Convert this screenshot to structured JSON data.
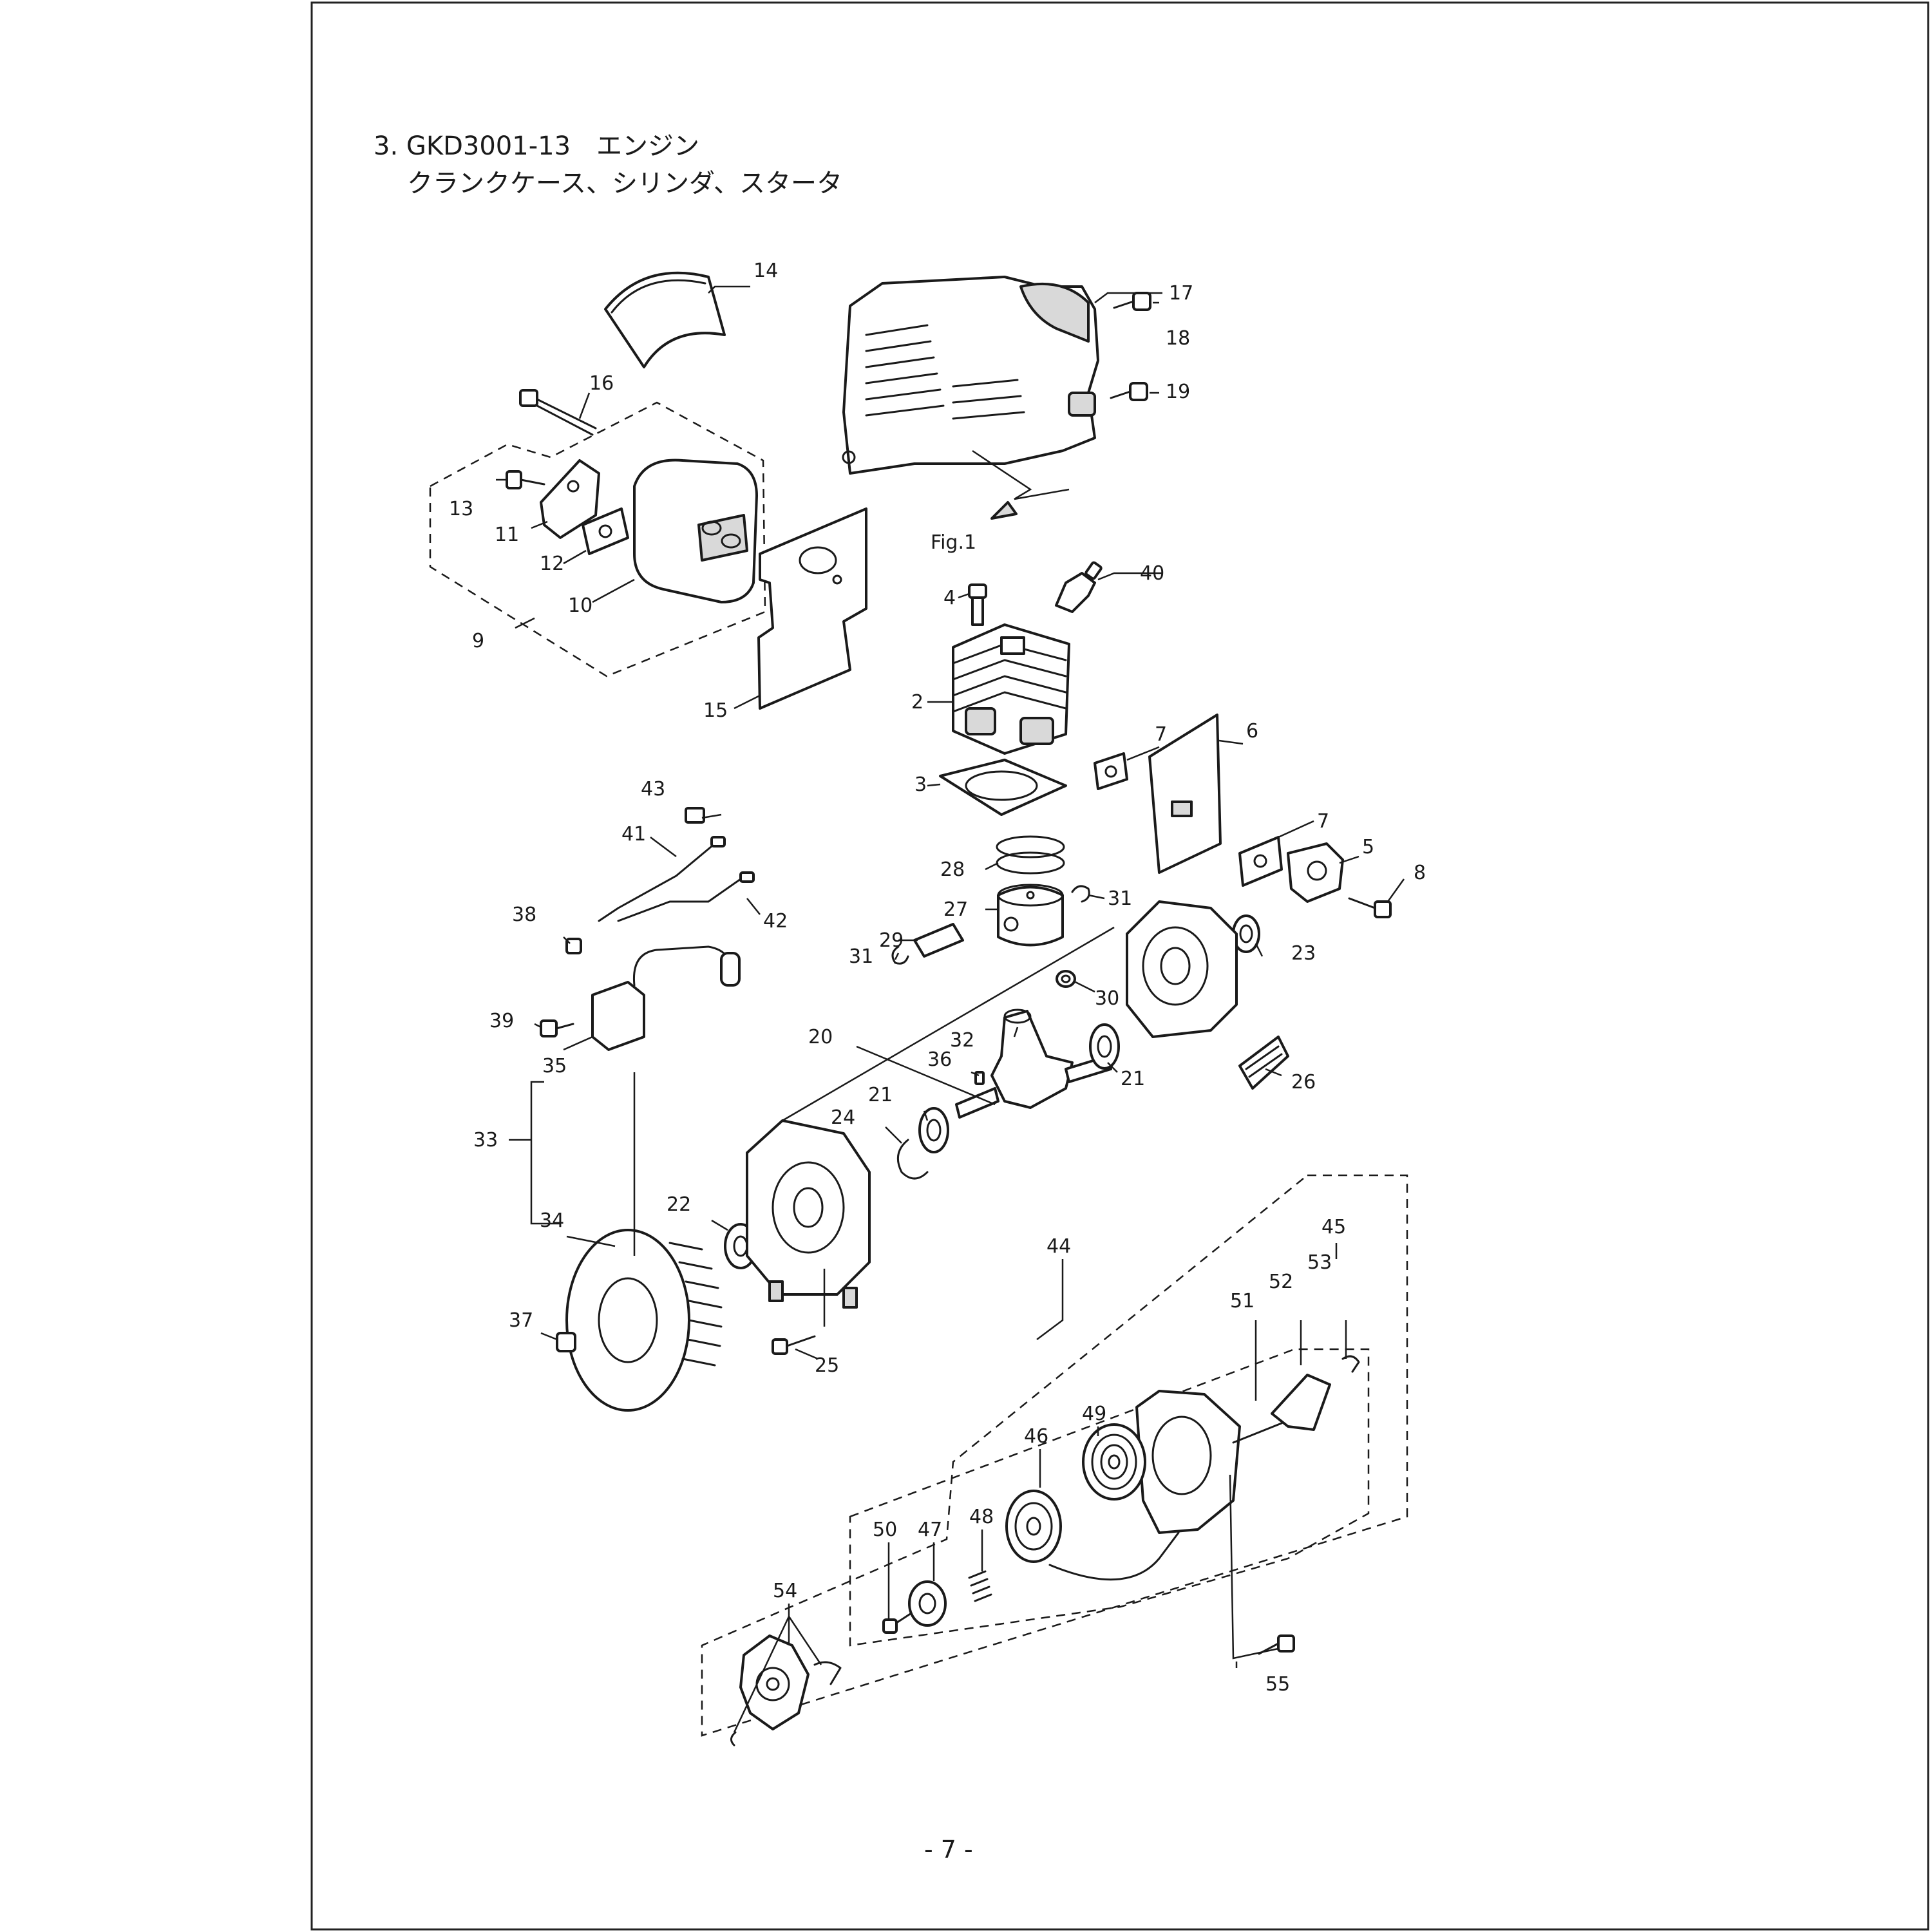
{
  "page": {
    "title_line1": "3. GKD3001-13　エンジン",
    "title_line2": "クランクケース、シリンダ、スタータ",
    "page_number": "- 7 -",
    "fig_label": "Fig.1"
  },
  "callouts": {
    "c2": "2",
    "c3": "3",
    "c4": "4",
    "c5": "5",
    "c6": "6",
    "c7a": "7",
    "c7b": "7",
    "c8": "8",
    "c9": "9",
    "c10": "10",
    "c11": "11",
    "c12": "12",
    "c13": "13",
    "c14": "14",
    "c15": "15",
    "c16": "16",
    "c17": "17",
    "c18": "18",
    "c19": "19",
    "c20": "20",
    "c21a": "21",
    "c21b": "21",
    "c22": "22",
    "c23": "23",
    "c24": "24",
    "c25": "25",
    "c26": "26",
    "c27": "27",
    "c28": "28",
    "c29": "29",
    "c30": "30",
    "c31a": "31",
    "c31b": "31",
    "c32": "32",
    "c33": "33",
    "c34": "34",
    "c35": "35",
    "c36": "36",
    "c37": "37",
    "c38": "38",
    "c39": "39",
    "c40": "40",
    "c41": "41",
    "c42": "42",
    "c43": "43",
    "c44": "44",
    "c45": "45",
    "c46": "46",
    "c47": "47",
    "c48": "48",
    "c49": "49",
    "c50": "50",
    "c51": "51",
    "c52": "52",
    "c53": "53",
    "c54": "54",
    "c55": "55"
  }
}
